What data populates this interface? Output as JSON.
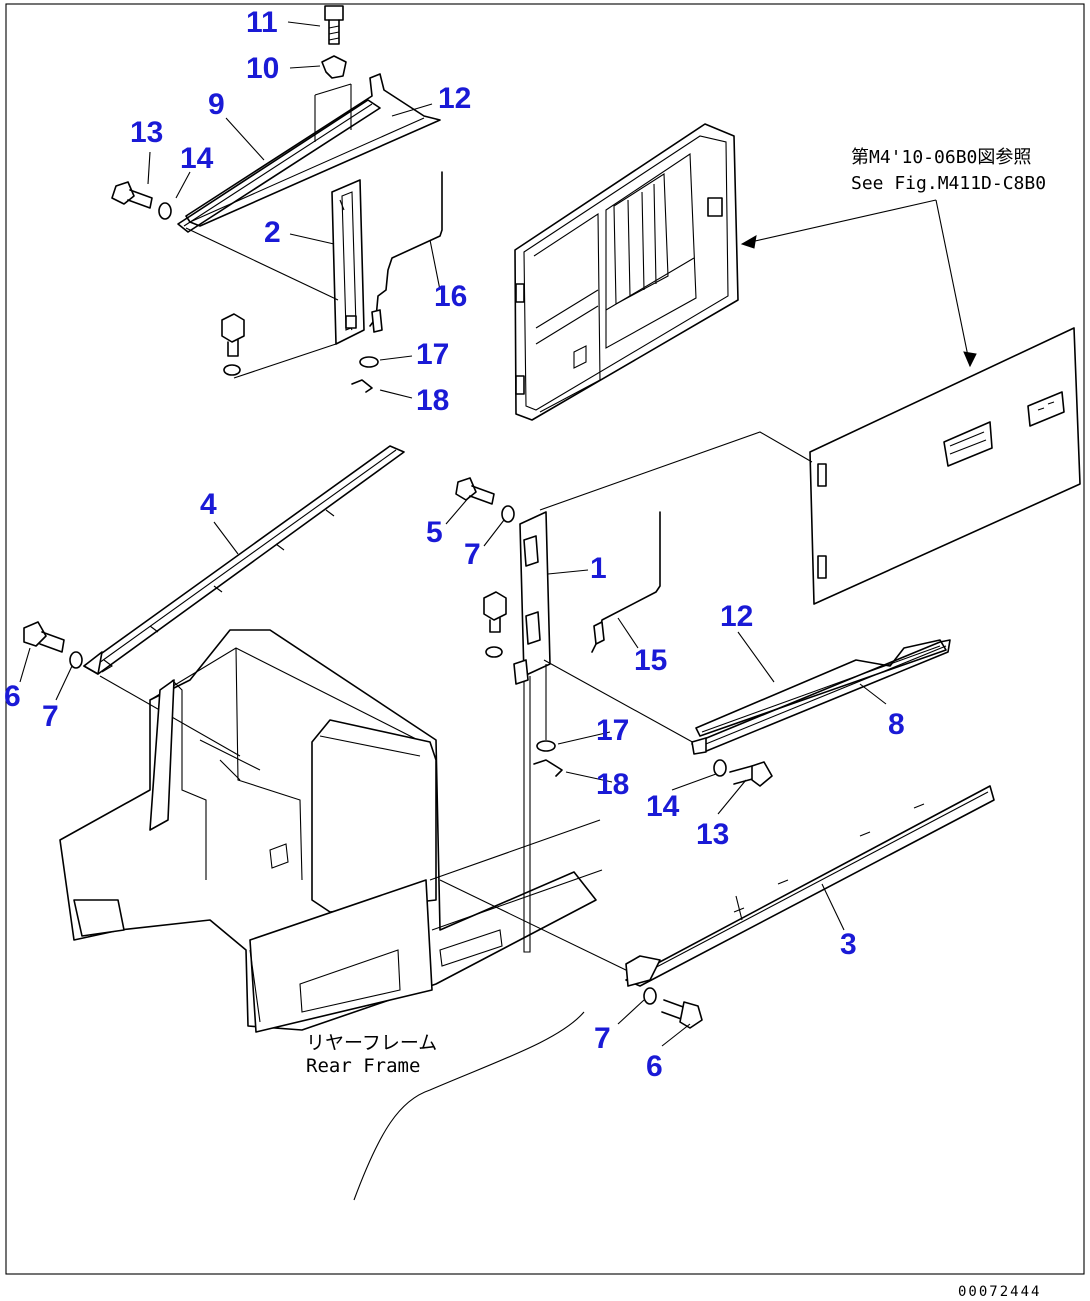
{
  "callouts": [
    {
      "id": "11",
      "label": "11"
    },
    {
      "id": "10",
      "label": "10"
    },
    {
      "id": "9",
      "label": "9"
    },
    {
      "id": "12a",
      "label": "12"
    },
    {
      "id": "13a",
      "label": "13"
    },
    {
      "id": "14a",
      "label": "14"
    },
    {
      "id": "2",
      "label": "2"
    },
    {
      "id": "16",
      "label": "16"
    },
    {
      "id": "17a",
      "label": "17"
    },
    {
      "id": "18a",
      "label": "18"
    },
    {
      "id": "4",
      "label": "4"
    },
    {
      "id": "5",
      "label": "5"
    },
    {
      "id": "7a",
      "label": "7"
    },
    {
      "id": "1",
      "label": "1"
    },
    {
      "id": "6a",
      "label": "6"
    },
    {
      "id": "7b",
      "label": "7"
    },
    {
      "id": "12b",
      "label": "12"
    },
    {
      "id": "15",
      "label": "15"
    },
    {
      "id": "8",
      "label": "8"
    },
    {
      "id": "17b",
      "label": "17"
    },
    {
      "id": "18b",
      "label": "18"
    },
    {
      "id": "14b",
      "label": "14"
    },
    {
      "id": "13b",
      "label": "13"
    },
    {
      "id": "3",
      "label": "3"
    },
    {
      "id": "7c",
      "label": "7"
    },
    {
      "id": "6b",
      "label": "6"
    }
  ],
  "reference_note": {
    "line1": "第M4'10-06B0図参照",
    "line2": "See Fig.M411D-C8B0"
  },
  "frame_label": {
    "japanese": "リヤーフレーム",
    "english": "Rear Frame"
  },
  "drawing_code": "00072444",
  "colors": {
    "callout": "#1a1ad6",
    "line": "#000000",
    "background": "#ffffff"
  }
}
